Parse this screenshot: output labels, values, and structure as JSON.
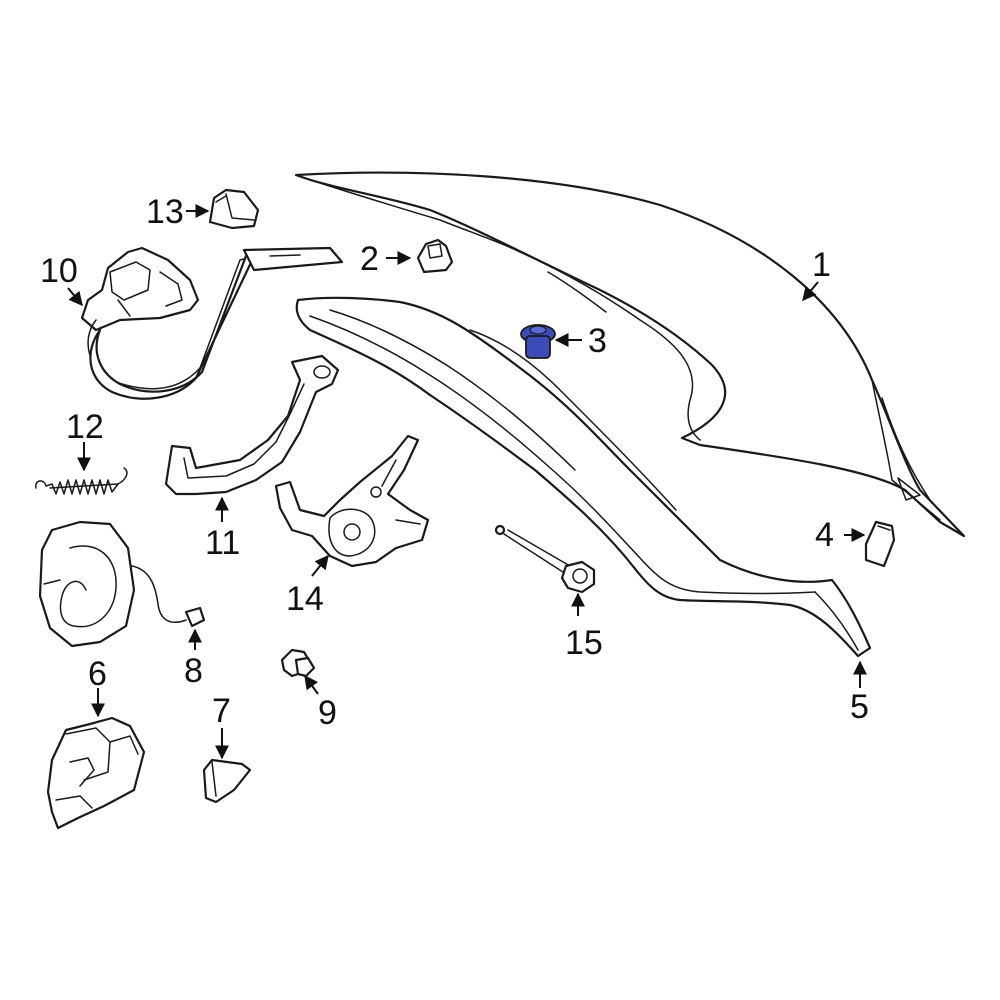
{
  "diagram": {
    "highlight_color": "#3b4bb8",
    "highlighted_part": "3",
    "callouts": [
      {
        "id": "c1",
        "label": "1"
      },
      {
        "id": "c2",
        "label": "2"
      },
      {
        "id": "c3",
        "label": "3"
      },
      {
        "id": "c4",
        "label": "4"
      },
      {
        "id": "c5",
        "label": "5"
      },
      {
        "id": "c6",
        "label": "6"
      },
      {
        "id": "c7",
        "label": "7"
      },
      {
        "id": "c8",
        "label": "8"
      },
      {
        "id": "c9",
        "label": "9"
      },
      {
        "id": "c10",
        "label": "10"
      },
      {
        "id": "c11",
        "label": "11"
      },
      {
        "id": "c12",
        "label": "12"
      },
      {
        "id": "c13",
        "label": "13"
      },
      {
        "id": "c14",
        "label": "14"
      },
      {
        "id": "c15",
        "label": "15"
      }
    ]
  }
}
